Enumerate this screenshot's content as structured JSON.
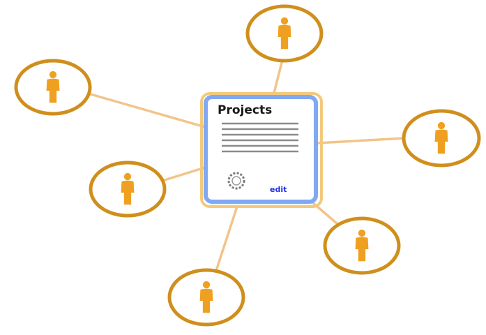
{
  "document_card": {
    "title": "Projects",
    "link_label": "edit",
    "icon": "gear-icon"
  },
  "colors": {
    "node_ring": "#d08f1c",
    "person": "#f0a020",
    "connector": "#f2c48a",
    "card_border": "#7fa9f2",
    "card_fill": "#ffffff",
    "card_shadow": "#f3c97e",
    "text_lines": "#8a8a8a",
    "link": "#1f2fe6"
  },
  "nodes": [
    {
      "id": "user-top",
      "icon": "person-icon"
    },
    {
      "id": "user-upper-left",
      "icon": "person-icon"
    },
    {
      "id": "user-right",
      "icon": "person-icon"
    },
    {
      "id": "user-mid-left",
      "icon": "person-icon"
    },
    {
      "id": "user-lower-right",
      "icon": "person-icon"
    },
    {
      "id": "user-bottom",
      "icon": "person-icon"
    }
  ]
}
